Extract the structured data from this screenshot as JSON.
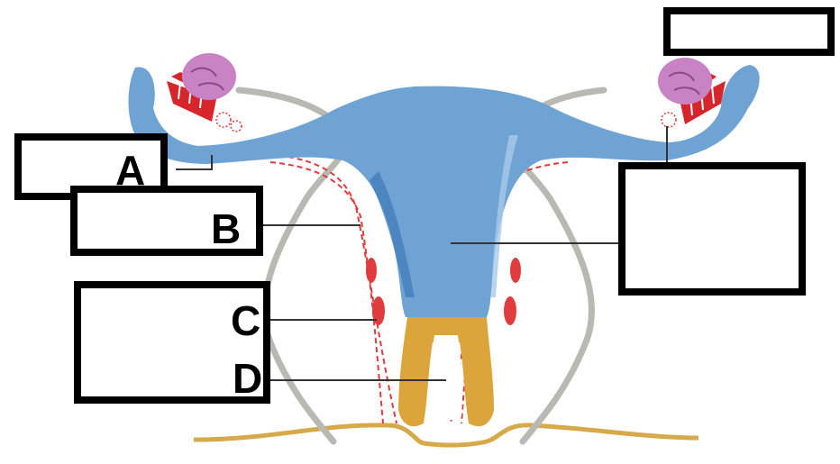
{
  "labels": {
    "a": "A",
    "b": "B",
    "c": "C",
    "d": "D"
  },
  "colors": {
    "uterus": "#6ea3d4",
    "uterus_shade": "#3f78b8",
    "cervix": "#dca53b",
    "ovary": "#c983c5",
    "fimbriae": "#d6262b",
    "ligament": "#b9b9b4",
    "vessel": "#e03b3f",
    "vaginal_wall": "#d6a94a"
  }
}
